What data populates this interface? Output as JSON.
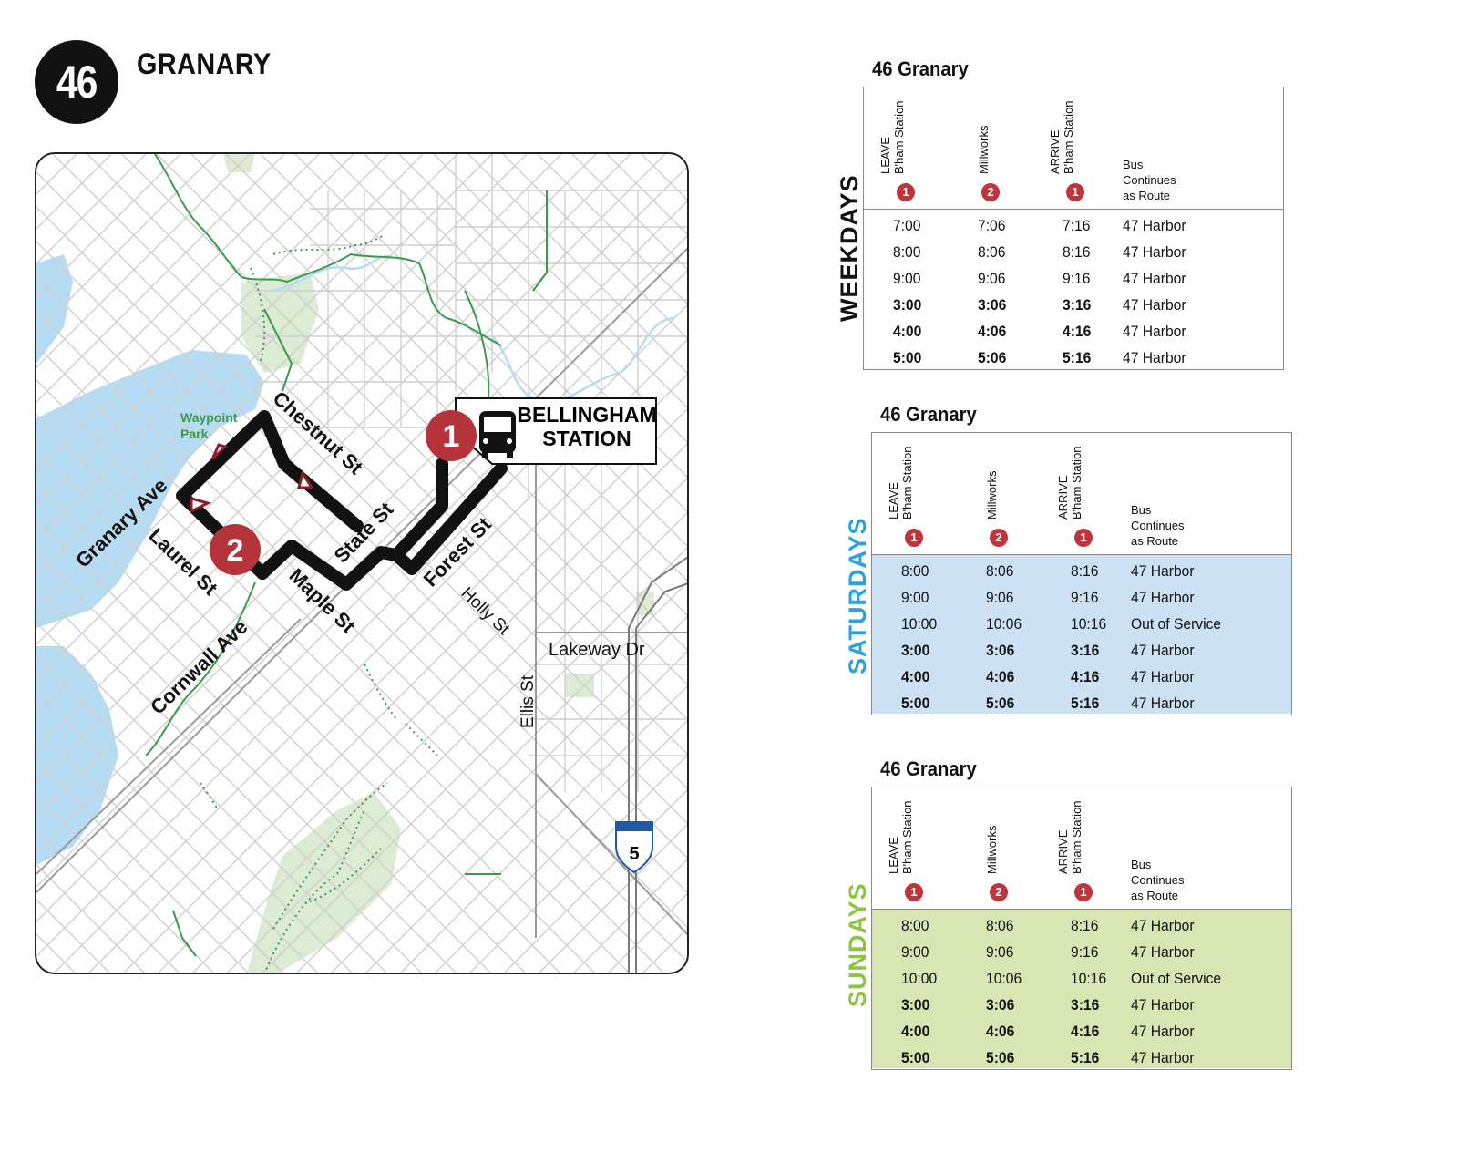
{
  "header": {
    "route_number": "46",
    "route_name": "GRANARY"
  },
  "map": {
    "station_label_line1": "BELLINGHAM",
    "station_label_line2": "STATION",
    "stop1": "1",
    "stop2": "2",
    "park_label_line1": "Waypoint",
    "park_label_line2": "Park",
    "streets": {
      "granary": "Granary Ave",
      "chestnut": "Chestnut St",
      "state": "State St",
      "forest": "Forest St",
      "laurel": "Laurel St",
      "maple": "Maple St",
      "cornwall": "Cornwall Ave",
      "holly": "Holly St",
      "lakeway": "Lakeway Dr",
      "ellis": "Ellis St"
    },
    "interstate": "5",
    "colors": {
      "route": "#111111",
      "stop": "#b5343b",
      "water": "#b6dcf4",
      "park": "#dcebd3",
      "trail": "#3c9a4c",
      "street": "#c8c8c8"
    }
  },
  "schedule": {
    "columns": {
      "leave_l1": "LEAVE",
      "leave_l2": "B'ham Station",
      "mill": "Millworks",
      "arrive_l1": "ARRIVE",
      "arrive_l2": "B'ham Station",
      "bus_l1": "Bus",
      "bus_l2": "Continues",
      "bus_l3": "as Route",
      "stop1": "1",
      "stop2": "2"
    },
    "weekdays": {
      "title": "46 Granary",
      "label": "WEEKDAYS",
      "rows": [
        [
          "7:00",
          "7:06",
          "7:16",
          "47 Harbor"
        ],
        [
          "8:00",
          "8:06",
          "8:16",
          "47 Harbor"
        ],
        [
          "9:00",
          "9:06",
          "9:16",
          "47 Harbor"
        ],
        [
          "3:00",
          "3:06",
          "3:16",
          "47 Harbor"
        ],
        [
          "4:00",
          "4:06",
          "4:16",
          "47 Harbor"
        ],
        [
          "5:00",
          "5:06",
          "5:16",
          "47 Harbor"
        ]
      ],
      "bold_rows": [
        false,
        false,
        false,
        true,
        true,
        true
      ],
      "label_color": "#111111",
      "body_color": "#ffffff"
    },
    "saturdays": {
      "title": "46 Granary",
      "label": "SATURDAYS",
      "rows": [
        [
          "8:00",
          "8:06",
          "8:16",
          "47 Harbor"
        ],
        [
          "9:00",
          "9:06",
          "9:16",
          "47 Harbor"
        ],
        [
          "10:00",
          "10:06",
          "10:16",
          "Out of Service"
        ],
        [
          "3:00",
          "3:06",
          "3:16",
          "47 Harbor"
        ],
        [
          "4:00",
          "4:06",
          "4:16",
          "47 Harbor"
        ],
        [
          "5:00",
          "5:06",
          "5:16",
          "47 Harbor"
        ]
      ],
      "bold_rows": [
        false,
        false,
        false,
        true,
        true,
        true
      ],
      "label_color": "#27a3e0",
      "body_color": "#cde1f5"
    },
    "sundays": {
      "title": "46 Granary",
      "label": "SUNDAYS",
      "rows": [
        [
          "8:00",
          "8:06",
          "8:16",
          "47 Harbor"
        ],
        [
          "9:00",
          "9:06",
          "9:16",
          "47 Harbor"
        ],
        [
          "10:00",
          "10:06",
          "10:16",
          "Out of Service"
        ],
        [
          "3:00",
          "3:06",
          "3:16",
          "47 Harbor"
        ],
        [
          "4:00",
          "4:06",
          "4:16",
          "47 Harbor"
        ],
        [
          "5:00",
          "5:06",
          "5:16",
          "47 Harbor"
        ]
      ],
      "bold_rows": [
        false,
        false,
        false,
        true,
        true,
        true
      ],
      "label_color": "#8cc540",
      "body_color": "#d8e6b4"
    }
  }
}
